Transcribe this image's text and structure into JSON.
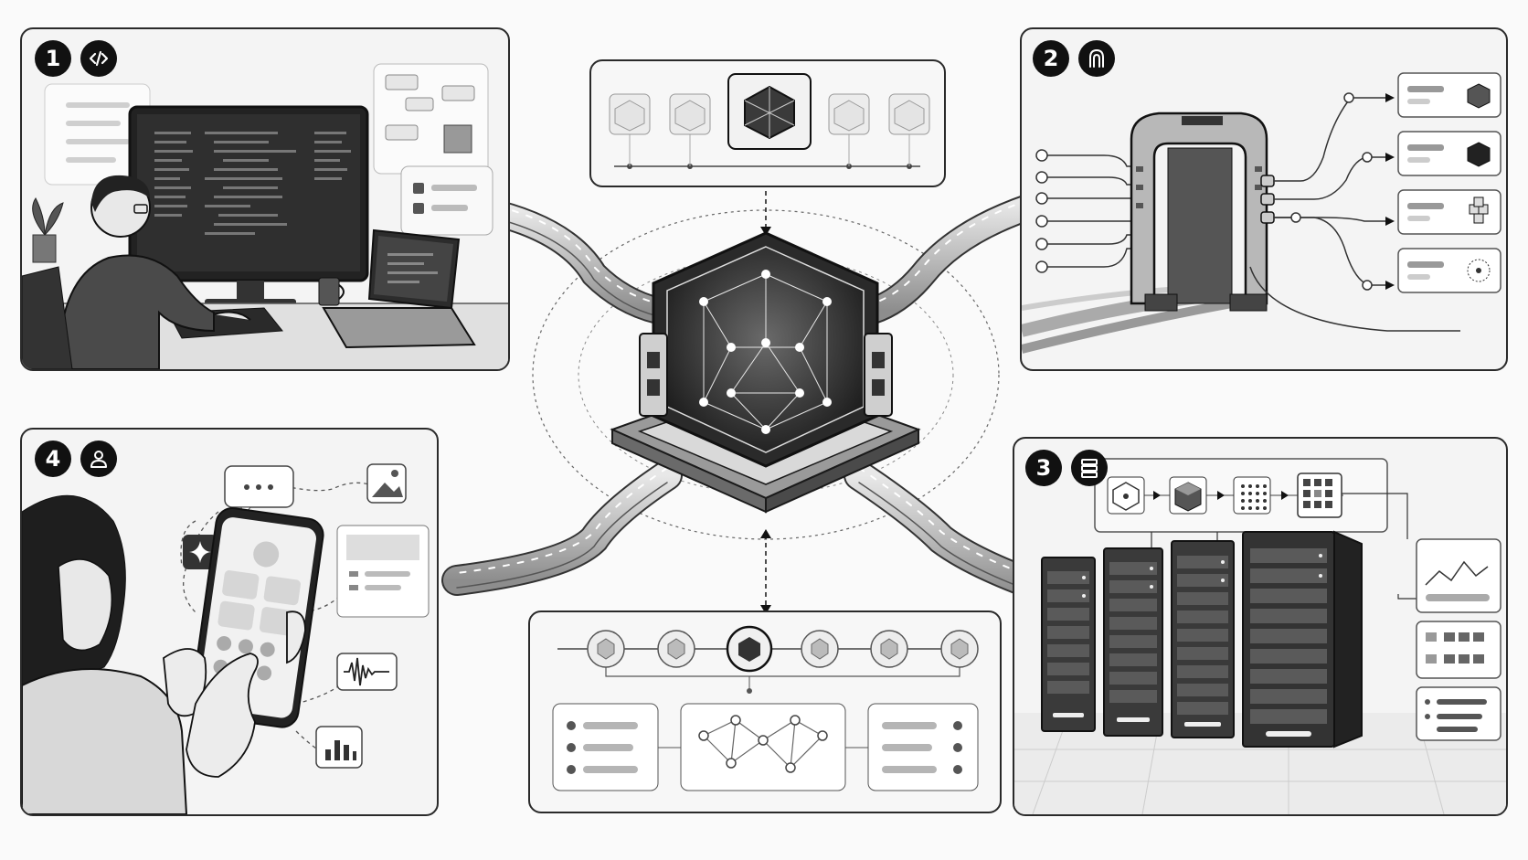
{
  "panels": [
    {
      "id": "developer-workstation",
      "step": "1",
      "icon": "code-icon"
    },
    {
      "id": "api-gateway",
      "step": "2",
      "icon": "gateway-arch-icon"
    },
    {
      "id": "data-center",
      "step": "3",
      "icon": "server-rack-icon"
    },
    {
      "id": "mobile-user",
      "step": "4",
      "icon": "user-icon"
    }
  ],
  "central_hub": {
    "icon": "neural-network-cube-icon"
  },
  "top_pipeline": {
    "icon": "icosahedron-icon",
    "nodes": 5,
    "selected_index": 2
  },
  "bottom_pipeline": {
    "icon": "icosahedron-icon",
    "nodes": 6,
    "selected_index": 2
  },
  "gateway_outputs": [
    "cube-icon",
    "hexagon-icon",
    "cube-stack-icon",
    "dotted-sphere-icon"
  ],
  "datacenter_stages": [
    "graph-icon",
    "cube-icon",
    "dot-grid-icon",
    "grid-matrix-icon"
  ],
  "datacenter_side_cards": [
    "line-chart-icon",
    "table-grid-icon",
    "list-icon"
  ],
  "mobile_floating_icons": [
    "chat-bubble-icon",
    "image-icon",
    "sparkle-icon",
    "waveform-icon",
    "bar-chart-icon"
  ],
  "colors": {
    "ink": "#1a1a1a",
    "panel": "#f4f4f4",
    "accent": "#111111"
  }
}
